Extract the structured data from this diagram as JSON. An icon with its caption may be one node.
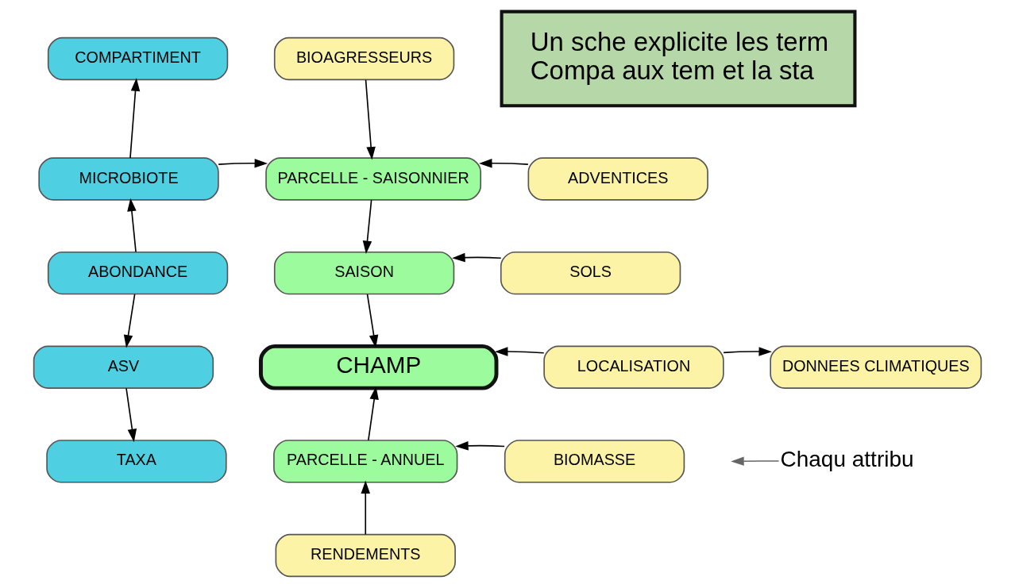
{
  "diagram": {
    "nodes": [
      {
        "text": [
          "COMPARTIMENT"
        ]
      },
      {
        "text": [
          "BIOAGRESSEURS"
        ]
      },
      {
        "text": [
          "Un sche explicite les term",
          "Compa aux tem et la sta"
        ]
      },
      {
        "text": [
          "MICROBIOTE"
        ]
      },
      {
        "text": [
          "PARCELLE - SAISONNIER"
        ]
      },
      {
        "text": [
          "ADVENTICES"
        ]
      },
      {
        "text": [
          "ABONDANCE"
        ]
      },
      {
        "text": [
          "SAISON"
        ]
      },
      {
        "text": [
          "SOLS"
        ]
      },
      {
        "text": [
          "ASV"
        ]
      },
      {
        "text": [
          "CHAMP"
        ]
      },
      {
        "text": [
          "LOCALISATION"
        ]
      },
      {
        "text": [
          "DONNEES CLIMATIQUES"
        ]
      },
      {
        "text": [
          "TAXA"
        ]
      },
      {
        "text": [
          "PARCELLE - ANNUEL"
        ]
      },
      {
        "text": [
          "BIOMASSE"
        ]
      },
      {
        "text": [
          "Chaqu attribu"
        ]
      },
      {
        "text": [
          "RENDEMENTS"
        ]
      }
    ],
    "edges": [
      {
        "from": 3,
        "to": 0,
        "arrow": "to"
      },
      {
        "from": 3,
        "to": 4,
        "arrow": "to"
      },
      {
        "from": 1,
        "to": 4,
        "arrow": "to"
      },
      {
        "from": 5,
        "to": 4,
        "arrow": "to"
      },
      {
        "from": 6,
        "to": 3,
        "arrow": "to"
      },
      {
        "from": 6,
        "to": 9,
        "arrow": "to"
      },
      {
        "from": 4,
        "to": 7,
        "arrow": "to"
      },
      {
        "from": 8,
        "to": 7,
        "arrow": "to"
      },
      {
        "from": 7,
        "to": 10,
        "arrow": "to"
      },
      {
        "from": 11,
        "to": 10,
        "arrow": "to"
      },
      {
        "from": 11,
        "to": 12,
        "arrow": "to"
      },
      {
        "from": 9,
        "to": 13,
        "arrow": "to"
      },
      {
        "from": 14,
        "to": 10,
        "arrow": "to"
      },
      {
        "from": 15,
        "to": 14,
        "arrow": "to"
      },
      {
        "from": 17,
        "to": 14,
        "arrow": "to"
      },
      {
        "from": 16,
        "to": null,
        "arrow": "to",
        "color": "#666666"
      }
    ]
  }
}
